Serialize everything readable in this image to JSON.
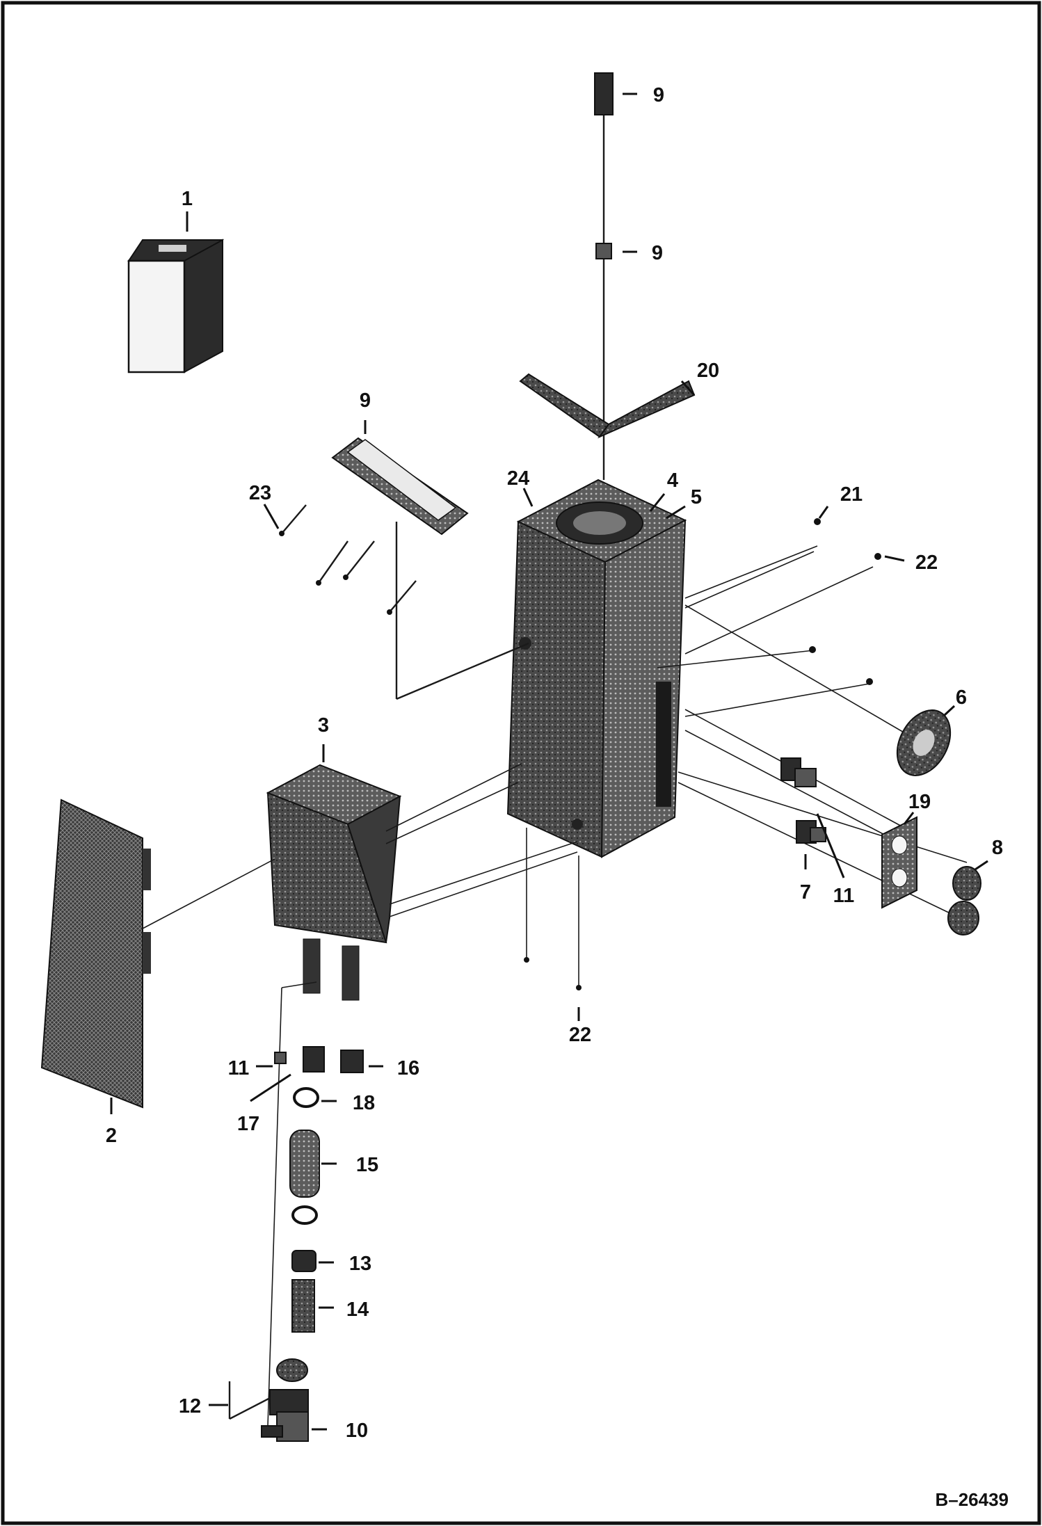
{
  "diagram": {
    "figure_code": "B–26439",
    "callouts": [
      {
        "id": "c1",
        "text": "1"
      },
      {
        "id": "c2",
        "text": "2"
      },
      {
        "id": "c3",
        "text": "3"
      },
      {
        "id": "c4",
        "text": "4"
      },
      {
        "id": "c5",
        "text": "5"
      },
      {
        "id": "c6",
        "text": "6"
      },
      {
        "id": "c7",
        "text": "7"
      },
      {
        "id": "c8",
        "text": "8"
      },
      {
        "id": "c9a",
        "text": "9"
      },
      {
        "id": "c9b",
        "text": "9"
      },
      {
        "id": "c9c",
        "text": "9"
      },
      {
        "id": "c10",
        "text": "10"
      },
      {
        "id": "c11a",
        "text": "11"
      },
      {
        "id": "c11b",
        "text": "11"
      },
      {
        "id": "c12",
        "text": "12"
      },
      {
        "id": "c13",
        "text": "13"
      },
      {
        "id": "c14",
        "text": "14"
      },
      {
        "id": "c15",
        "text": "15"
      },
      {
        "id": "c16",
        "text": "16"
      },
      {
        "id": "c17",
        "text": "17"
      },
      {
        "id": "c18",
        "text": "18"
      },
      {
        "id": "c19",
        "text": "19"
      },
      {
        "id": "c20",
        "text": "20"
      },
      {
        "id": "c21",
        "text": "21"
      },
      {
        "id": "c22a",
        "text": "22"
      },
      {
        "id": "c22b",
        "text": "22"
      },
      {
        "id": "c23",
        "text": "23"
      },
      {
        "id": "c24",
        "text": "24"
      }
    ]
  }
}
